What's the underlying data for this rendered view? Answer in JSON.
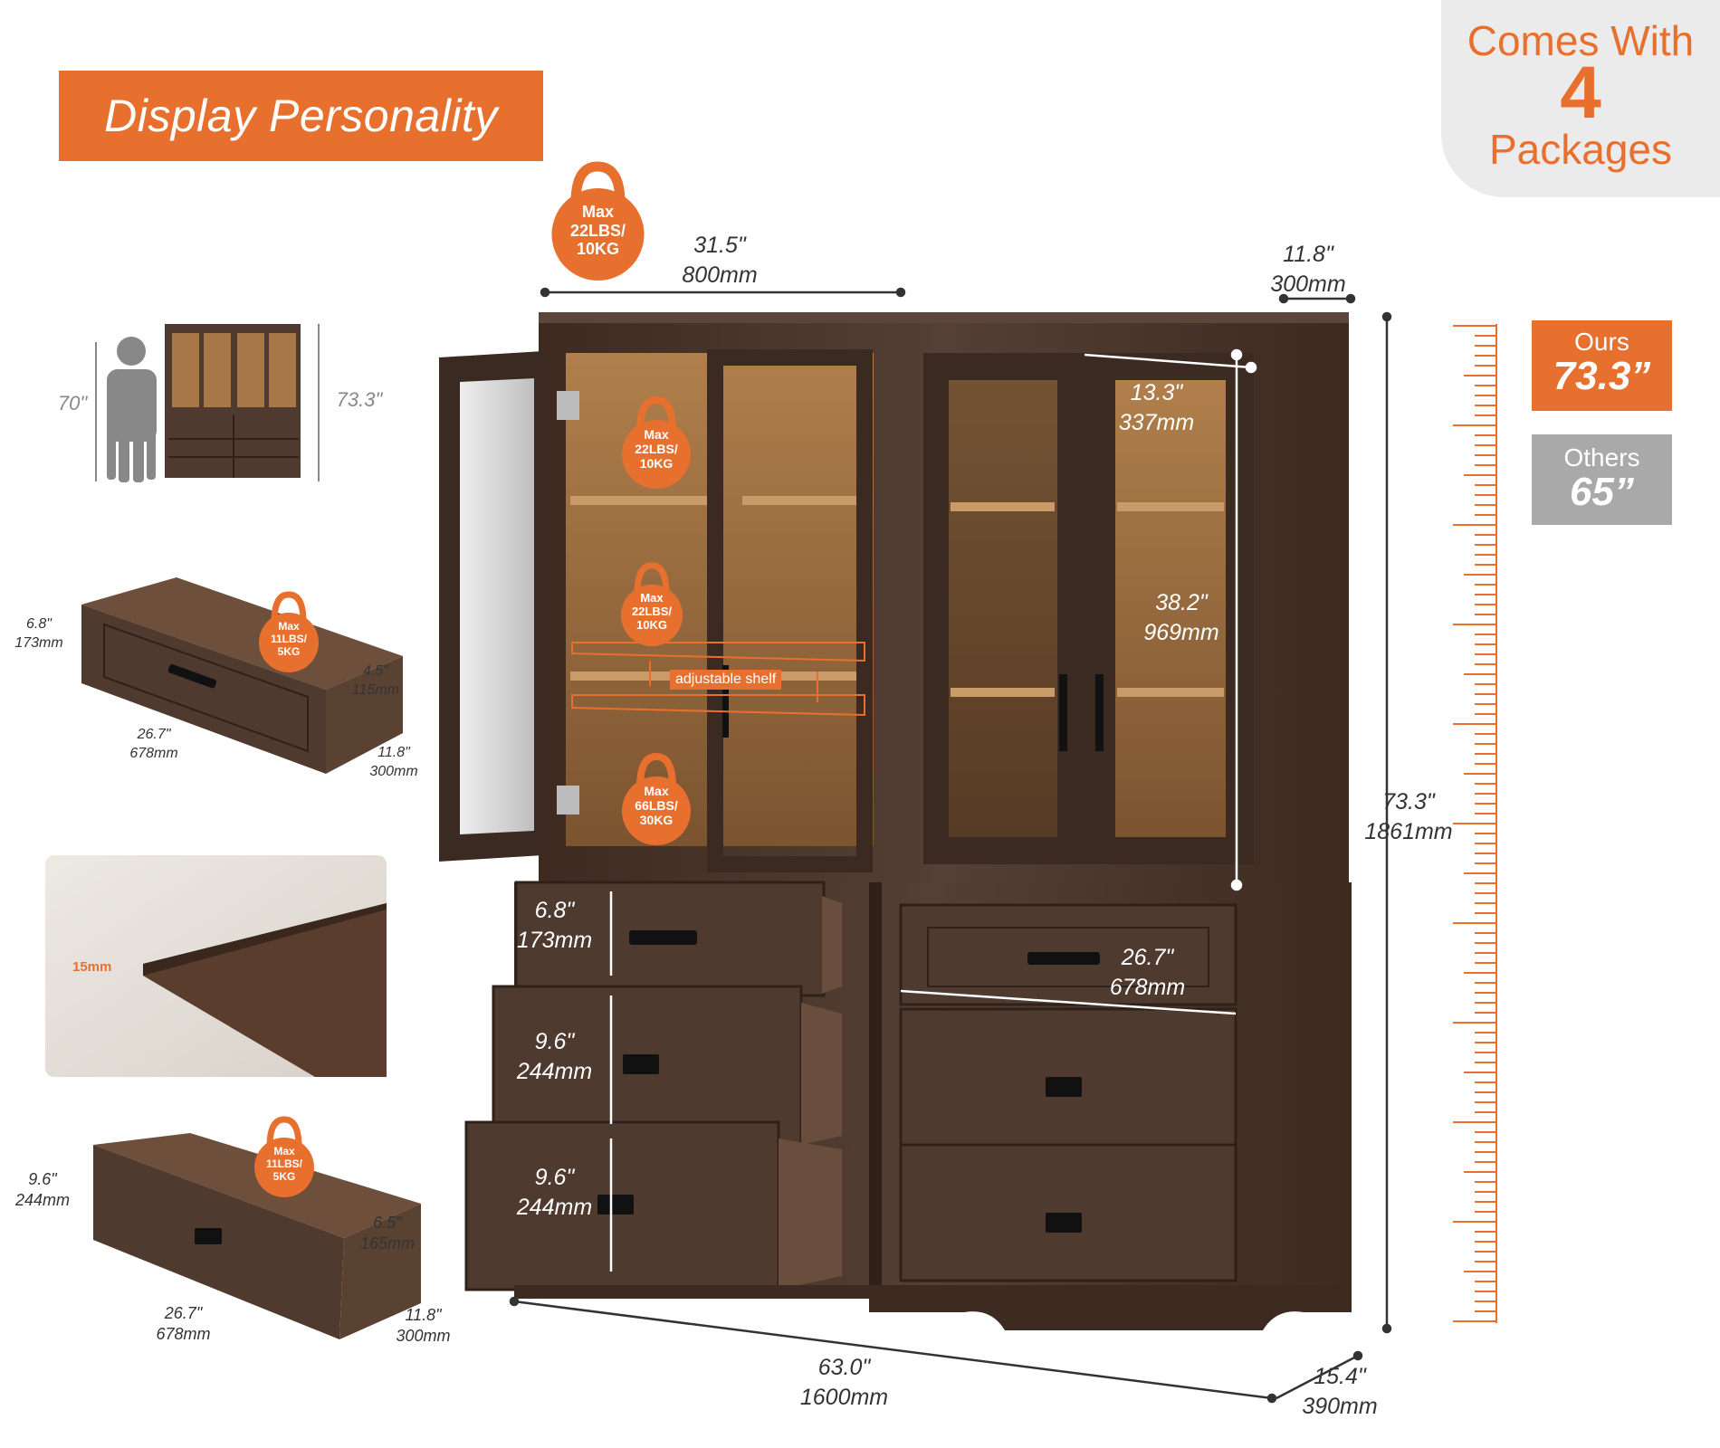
{
  "headline": "Display Personality",
  "packages": {
    "line1": "Comes With",
    "count": "4",
    "line3": "Packages"
  },
  "weights": {
    "top_shelf": [
      "Max",
      "22LBS/",
      "10KG"
    ],
    "upper_shelf": [
      "Max",
      "22LBS/",
      "10KG"
    ],
    "middle_shelf": [
      "Max",
      "22LBS/",
      "10KG"
    ],
    "bottom_shelf": [
      "Max",
      "66LBS/",
      "30KG"
    ],
    "small_drawer": [
      "Max",
      "11LBS/",
      "5KG"
    ],
    "large_drawer": [
      "Max",
      "11LBS/",
      "5KG"
    ]
  },
  "adjustable_shelf": "adjustable shelf",
  "dimensions": {
    "cabinet_width": [
      "31.5\"",
      "800mm"
    ],
    "depth_top": [
      "11.8\"",
      "300mm"
    ],
    "door_width": [
      "13.3\"",
      "337mm"
    ],
    "door_height": [
      "38.2\"",
      "969mm"
    ],
    "total_height": [
      "73.3\"",
      "1861mm"
    ],
    "drawer1_height": [
      "6.8\"",
      "173mm"
    ],
    "drawer2_height": [
      "9.6\"",
      "244mm"
    ],
    "drawer3_height": [
      "9.6\"",
      "244mm"
    ],
    "right_drawer_width": [
      "26.7\"",
      "678mm"
    ],
    "total_width": [
      "63.0\"",
      "1600mm"
    ],
    "total_depth": [
      "15.4\"",
      "390mm"
    ],
    "person_height": "70\"",
    "cabinet_height_small": "73.3\"",
    "board_thickness": "15mm",
    "small_drawer": {
      "height": [
        "6.8\"",
        "173mm"
      ],
      "inner": [
        "4.5\"",
        "115mm"
      ],
      "width": [
        "26.7\"",
        "678mm"
      ],
      "depth": [
        "11.8\"",
        "300mm"
      ]
    },
    "large_drawer": {
      "height": [
        "9.6\"",
        "244mm"
      ],
      "inner": [
        "6.5\"",
        "165mm"
      ],
      "width": [
        "26.7\"",
        "678mm"
      ],
      "depth": [
        "11.8\"",
        "300mm"
      ]
    }
  },
  "compare": {
    "ours_label": "Ours",
    "ours_value": "73.3”",
    "others_label": "Others",
    "others_value": "65”"
  },
  "colors": {
    "accent": "#e8702f",
    "wood_dark": "#4a3328",
    "wood_light": "#9a6b3f",
    "grey_badge": "#a9a9a9"
  }
}
